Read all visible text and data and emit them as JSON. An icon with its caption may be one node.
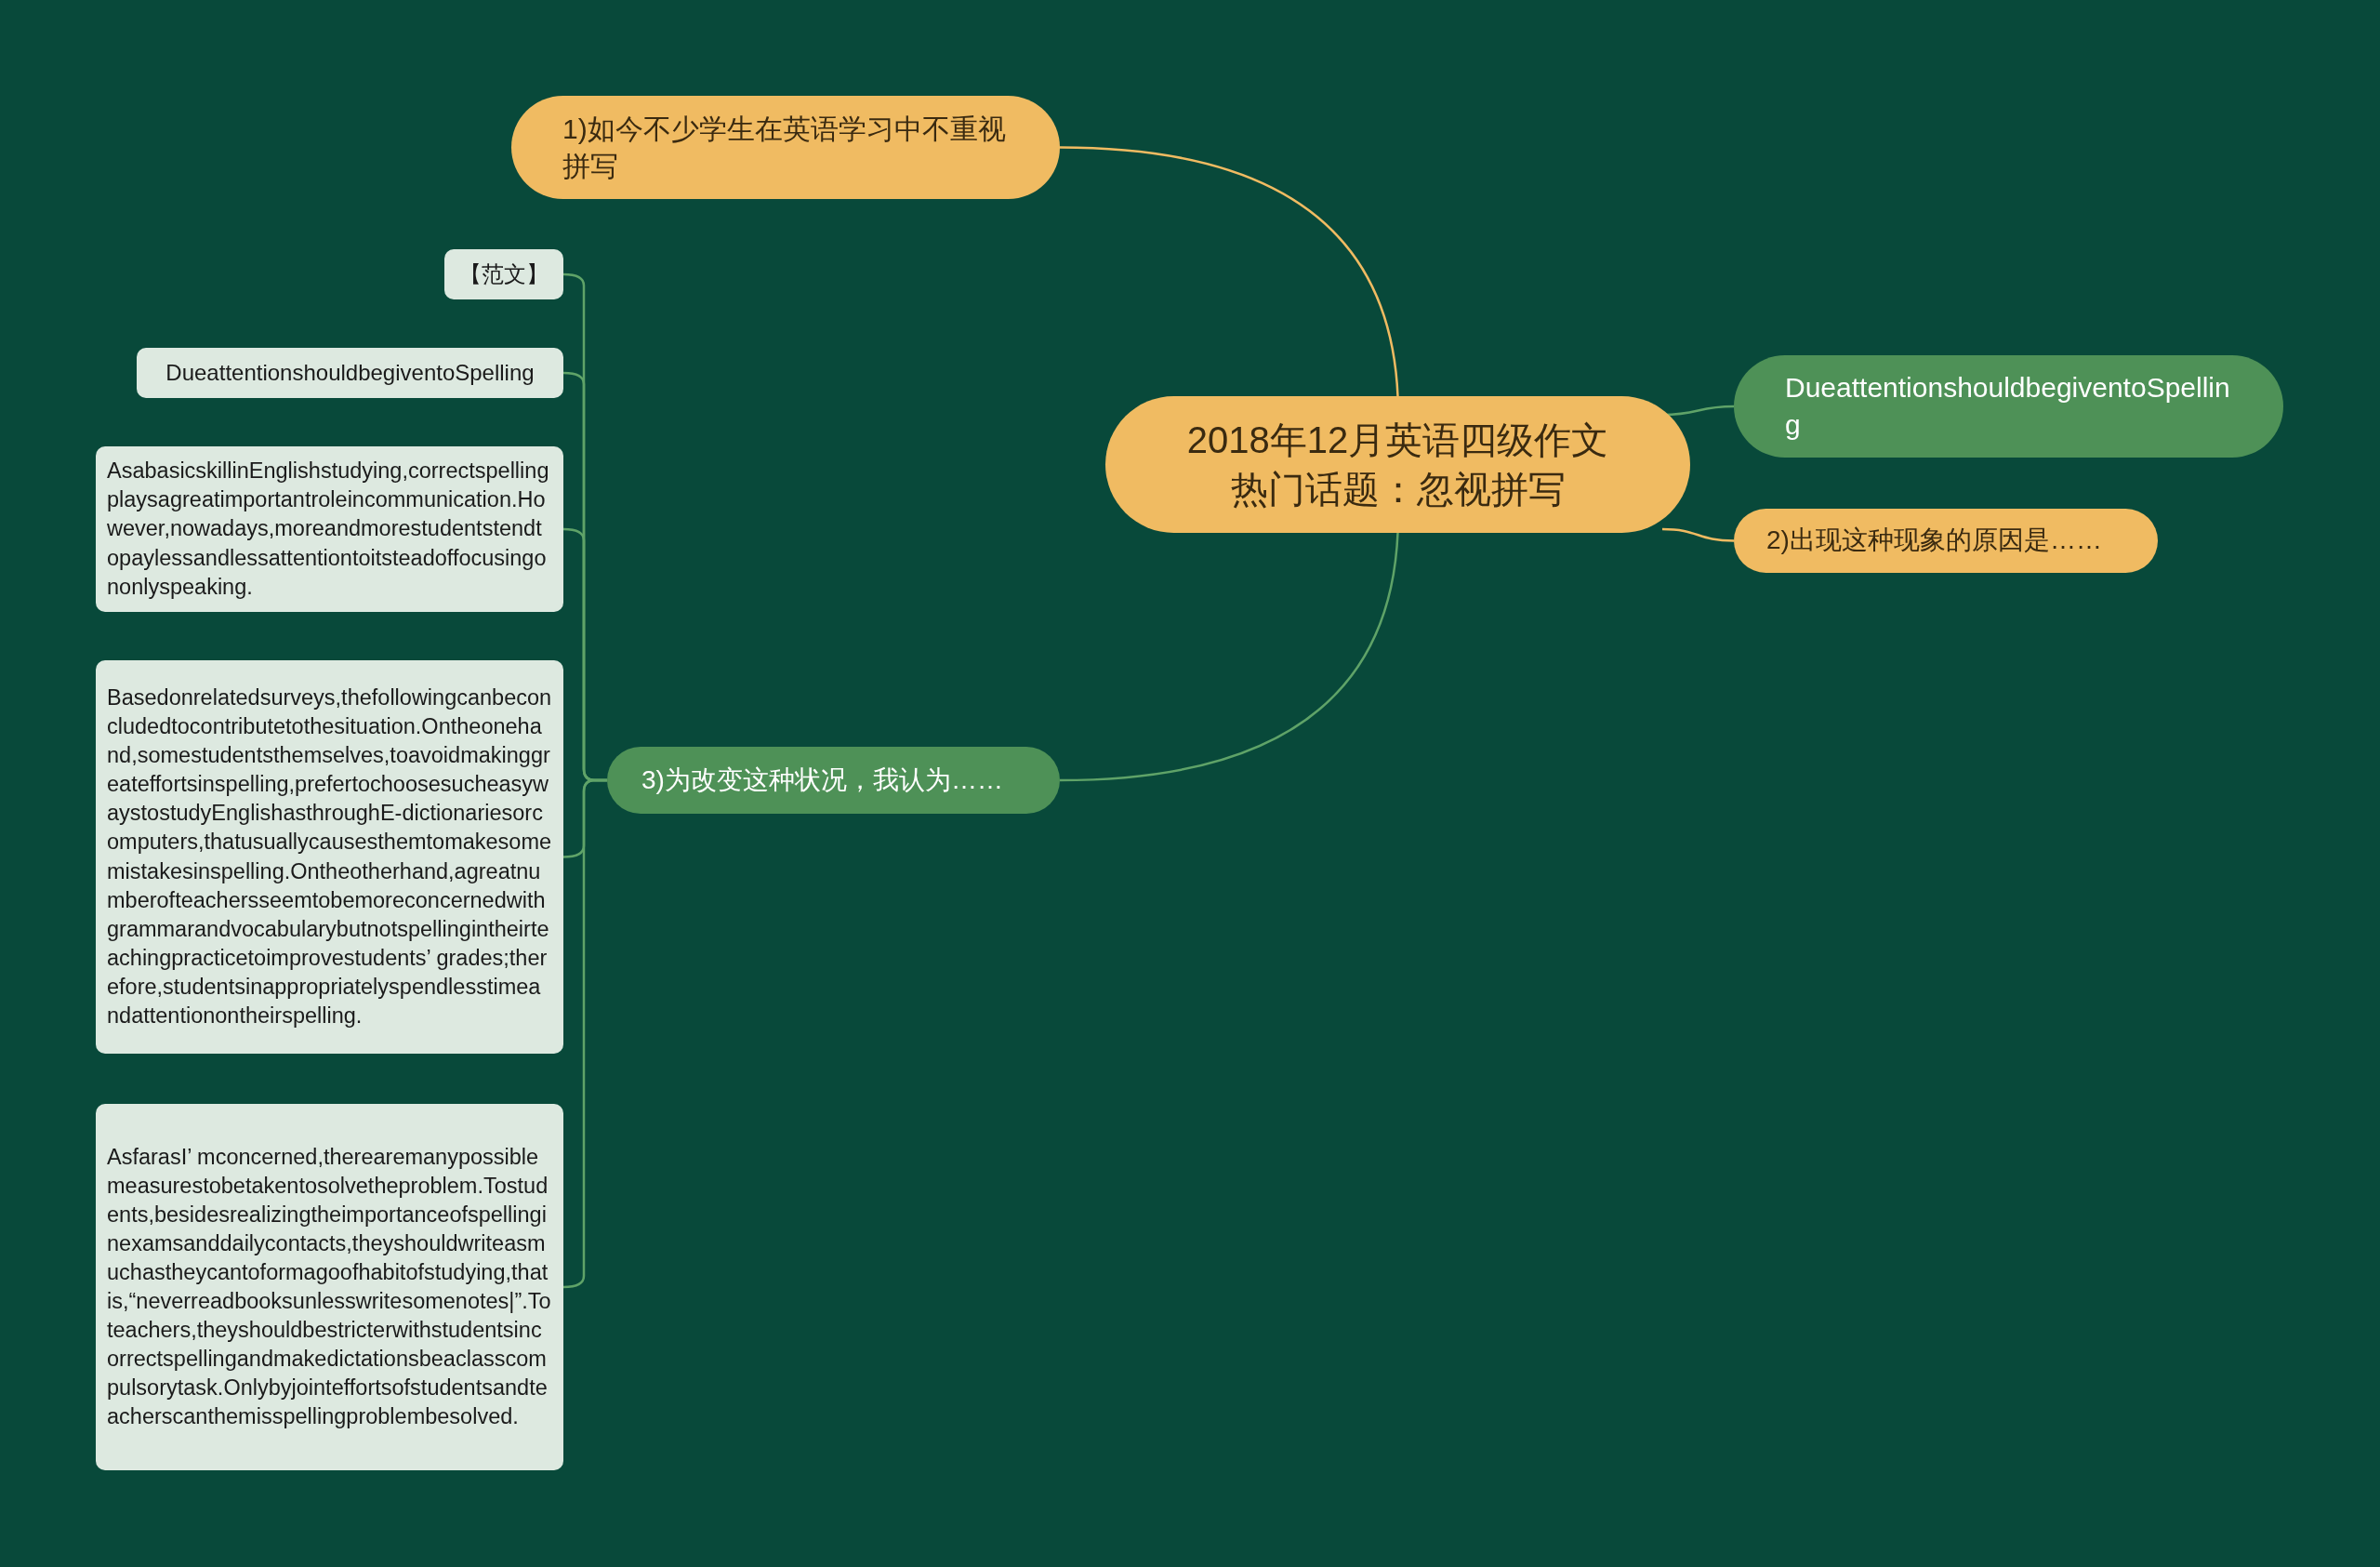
{
  "diagram": {
    "nodes": [
      {
        "text": [
          "2018年12月英语四级作文热门话题：忽视拼写"
        ]
      },
      {
        "text": [
          "1)如今不少学生在英语学习中不重视拼写"
        ]
      },
      {
        "text": [
          "DueattentionshouldbegiventoSpelling"
        ]
      },
      {
        "text": [
          "2)出现这种现象的原因是……"
        ]
      },
      {
        "text": [
          "3)为改变这种状况，我认为……"
        ]
      },
      {
        "text": [
          "【范文】"
        ]
      },
      {
        "text": [
          "DueattentionshouldbegiventoSpelling"
        ]
      },
      {
        "text": [
          "AsabasicskillinEnglishstudying,correctspellingplaysagreatimportantroleincommunication.However,nowadays,moreandmorestudentstendtopaylessandlessattentiontoitsteadoffocusingononlyspeaking."
        ]
      },
      {
        "text": [
          "Basedonrelatedsurveys,thefollowingcanbeconcludedtocontributetothesituation.Ontheonehand,somestudentsthemselves,toavoidmakinggreateffortsinspelling,prefertochoosesucheasywaystostudyEnglishasthroughE-dictionariesorcomputers,thatusuallycausesthemtomakesomemistakesinspelling.Ontheotherhand,agreatnumberofteachersseemtobemoreconcernedwithgrammarandvocabularybutnotspellingintheirteachingpracticetoimprovestudents’ grades;therefore,studentsinappropriatelyspendlesstimeandattentionontheirspelling."
        ]
      },
      {
        "text": [
          "AsfarasI’ mconcerned,therearemanypossiblemeasurestobetakentosolvetheproblem.Tostudents,besidesrealizingtheimportanceofspellinginexamsanddailycontacts,theyshouldwriteasmuchastheycantoformagoofhabitofstudying,thatis,“neverreadbooksunlesswritesomenotes|”.Toteachers,theyshouldbestricterwithstudentsincorrectspellingandmakedictationsbeaclasscompulsorytask.Onlybyjointeffortsofstudentsandteacherscanthemisspellingproblembesolved."
        ]
      }
    ],
    "edges": [
      {
        "from": 0,
        "to": 1,
        "arrow": "none",
        "color": "#f0bb62"
      },
      {
        "from": 0,
        "to": 2,
        "arrow": "none"
      },
      {
        "from": 0,
        "to": 3,
        "arrow": "none",
        "color": "#f0bb62"
      },
      {
        "from": 0,
        "to": 4,
        "arrow": "none"
      },
      {
        "from": 4,
        "to": 5,
        "arrow": "none"
      },
      {
        "from": 4,
        "to": 6,
        "arrow": "none"
      },
      {
        "from": 4,
        "to": 7,
        "arrow": "none"
      },
      {
        "from": 4,
        "to": 8,
        "arrow": "none"
      },
      {
        "from": 4,
        "to": 9,
        "arrow": "none"
      }
    ]
  }
}
